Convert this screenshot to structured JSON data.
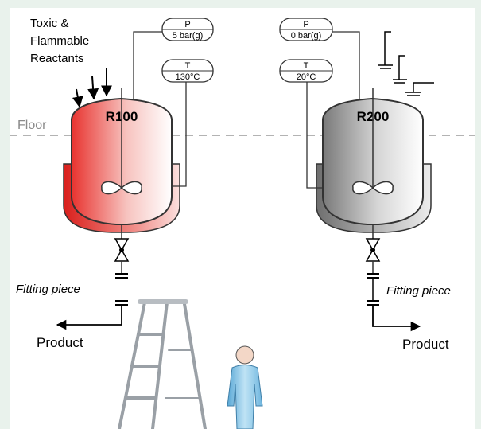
{
  "reactant_label": [
    "Toxic &",
    "Flammable",
    "Reactants"
  ],
  "floor_label": "Floor",
  "reactors": [
    {
      "id": "R100",
      "pressure": {
        "symbol": "P",
        "value": "5 bar(g)"
      },
      "temperature": {
        "symbol": "T",
        "value": "130°C"
      },
      "fitting_label": "Fitting piece",
      "outlet_label": "Product",
      "color": "#e8332f"
    },
    {
      "id": "R200",
      "pressure": {
        "symbol": "P",
        "value": "0 bar(g)"
      },
      "temperature": {
        "symbol": "T",
        "value": "20°C"
      },
      "fitting_label": "Fitting piece",
      "outlet_label": "Product",
      "color": "#9a9a9a"
    }
  ],
  "colors": {
    "background": "#e9f2ec",
    "floor_line": "#b3b3b3",
    "hot_vessel": "#e8332f",
    "cold_vessel": "#9a9a9a",
    "worker": "#8ec8e8"
  }
}
